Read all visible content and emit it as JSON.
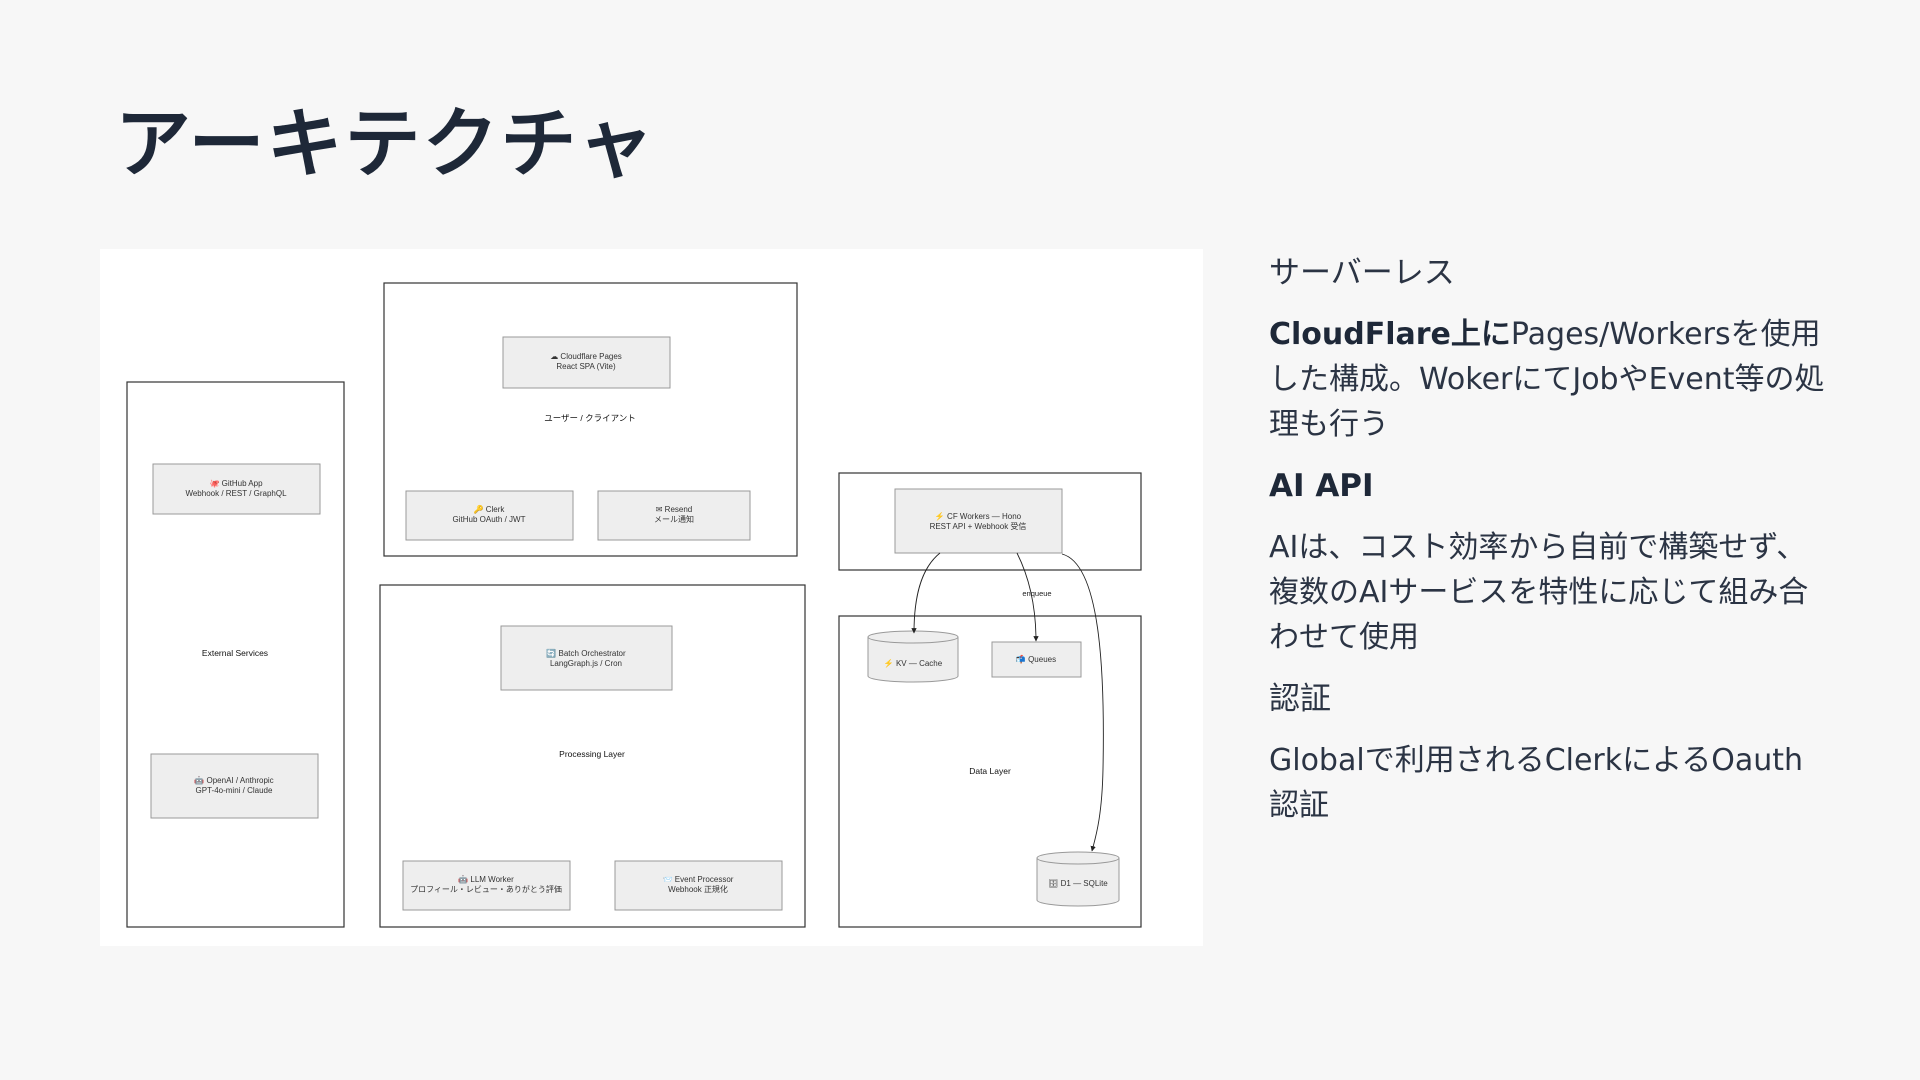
{
  "slide": {
    "title": "アーキテクチャ"
  },
  "diagram": {
    "groups": {
      "client": "ユーザー / クライアント",
      "external": "External Services",
      "processing": "Processing Layer",
      "data": "Data Layer"
    },
    "nodes": {
      "pages": {
        "line1": "☁ Cloudflare Pages",
        "line2": "React SPA (Vite)"
      },
      "clerk": {
        "line1": "🔑 Clerk",
        "line2": "GitHub OAuth / JWT"
      },
      "resend": {
        "line1": "✉ Resend",
        "line2": "メール通知"
      },
      "github": {
        "line1": "🐙 GitHub App",
        "line2": "Webhook / REST / GraphQL"
      },
      "openai": {
        "line1": "🤖 OpenAI / Anthropic",
        "line2": "GPT-4o-mini / Claude"
      },
      "batch": {
        "line1": "🔄 Batch Orchestrator",
        "line2": "LangGraph.js / Cron"
      },
      "llm": {
        "line1": "🤖 LLM Worker",
        "line2": "プロフィール・レビュー・ありがとう評価"
      },
      "event": {
        "line1": "📨 Event Processor",
        "line2": "Webhook 正規化"
      },
      "workers": {
        "line1": "⚡ CF Workers — Hono",
        "line2": "REST API + Webhook 受信"
      },
      "kv": {
        "line1": "⚡ KV — Cache"
      },
      "queues": {
        "line1": "📬 Queues"
      },
      "d1": {
        "line1": "🗄 D1 — SQLite"
      }
    },
    "edges": {
      "enqueue_label": "enqueue"
    }
  },
  "sections": [
    {
      "heading": "サーバーレス",
      "body_bold": "CloudFlare上に",
      "body": "Pages/Workersを使用した構成。WokerにてJobやEvent等の処理も行う"
    },
    {
      "heading": "AI API",
      "body": "AIは、コスト効率から自前で構築せず、複数のAIサービスを特性に応じて組み合わせて使用"
    },
    {
      "heading": "認証",
      "body": "Globalで利用されるClerkによるOauth認証"
    }
  ],
  "colors": {
    "background": "#f7f7f7",
    "title": "#1e2838",
    "text": "#2b3444",
    "node_fill": "#eeeeee",
    "node_stroke": "#999999",
    "group_stroke": "#333333"
  }
}
